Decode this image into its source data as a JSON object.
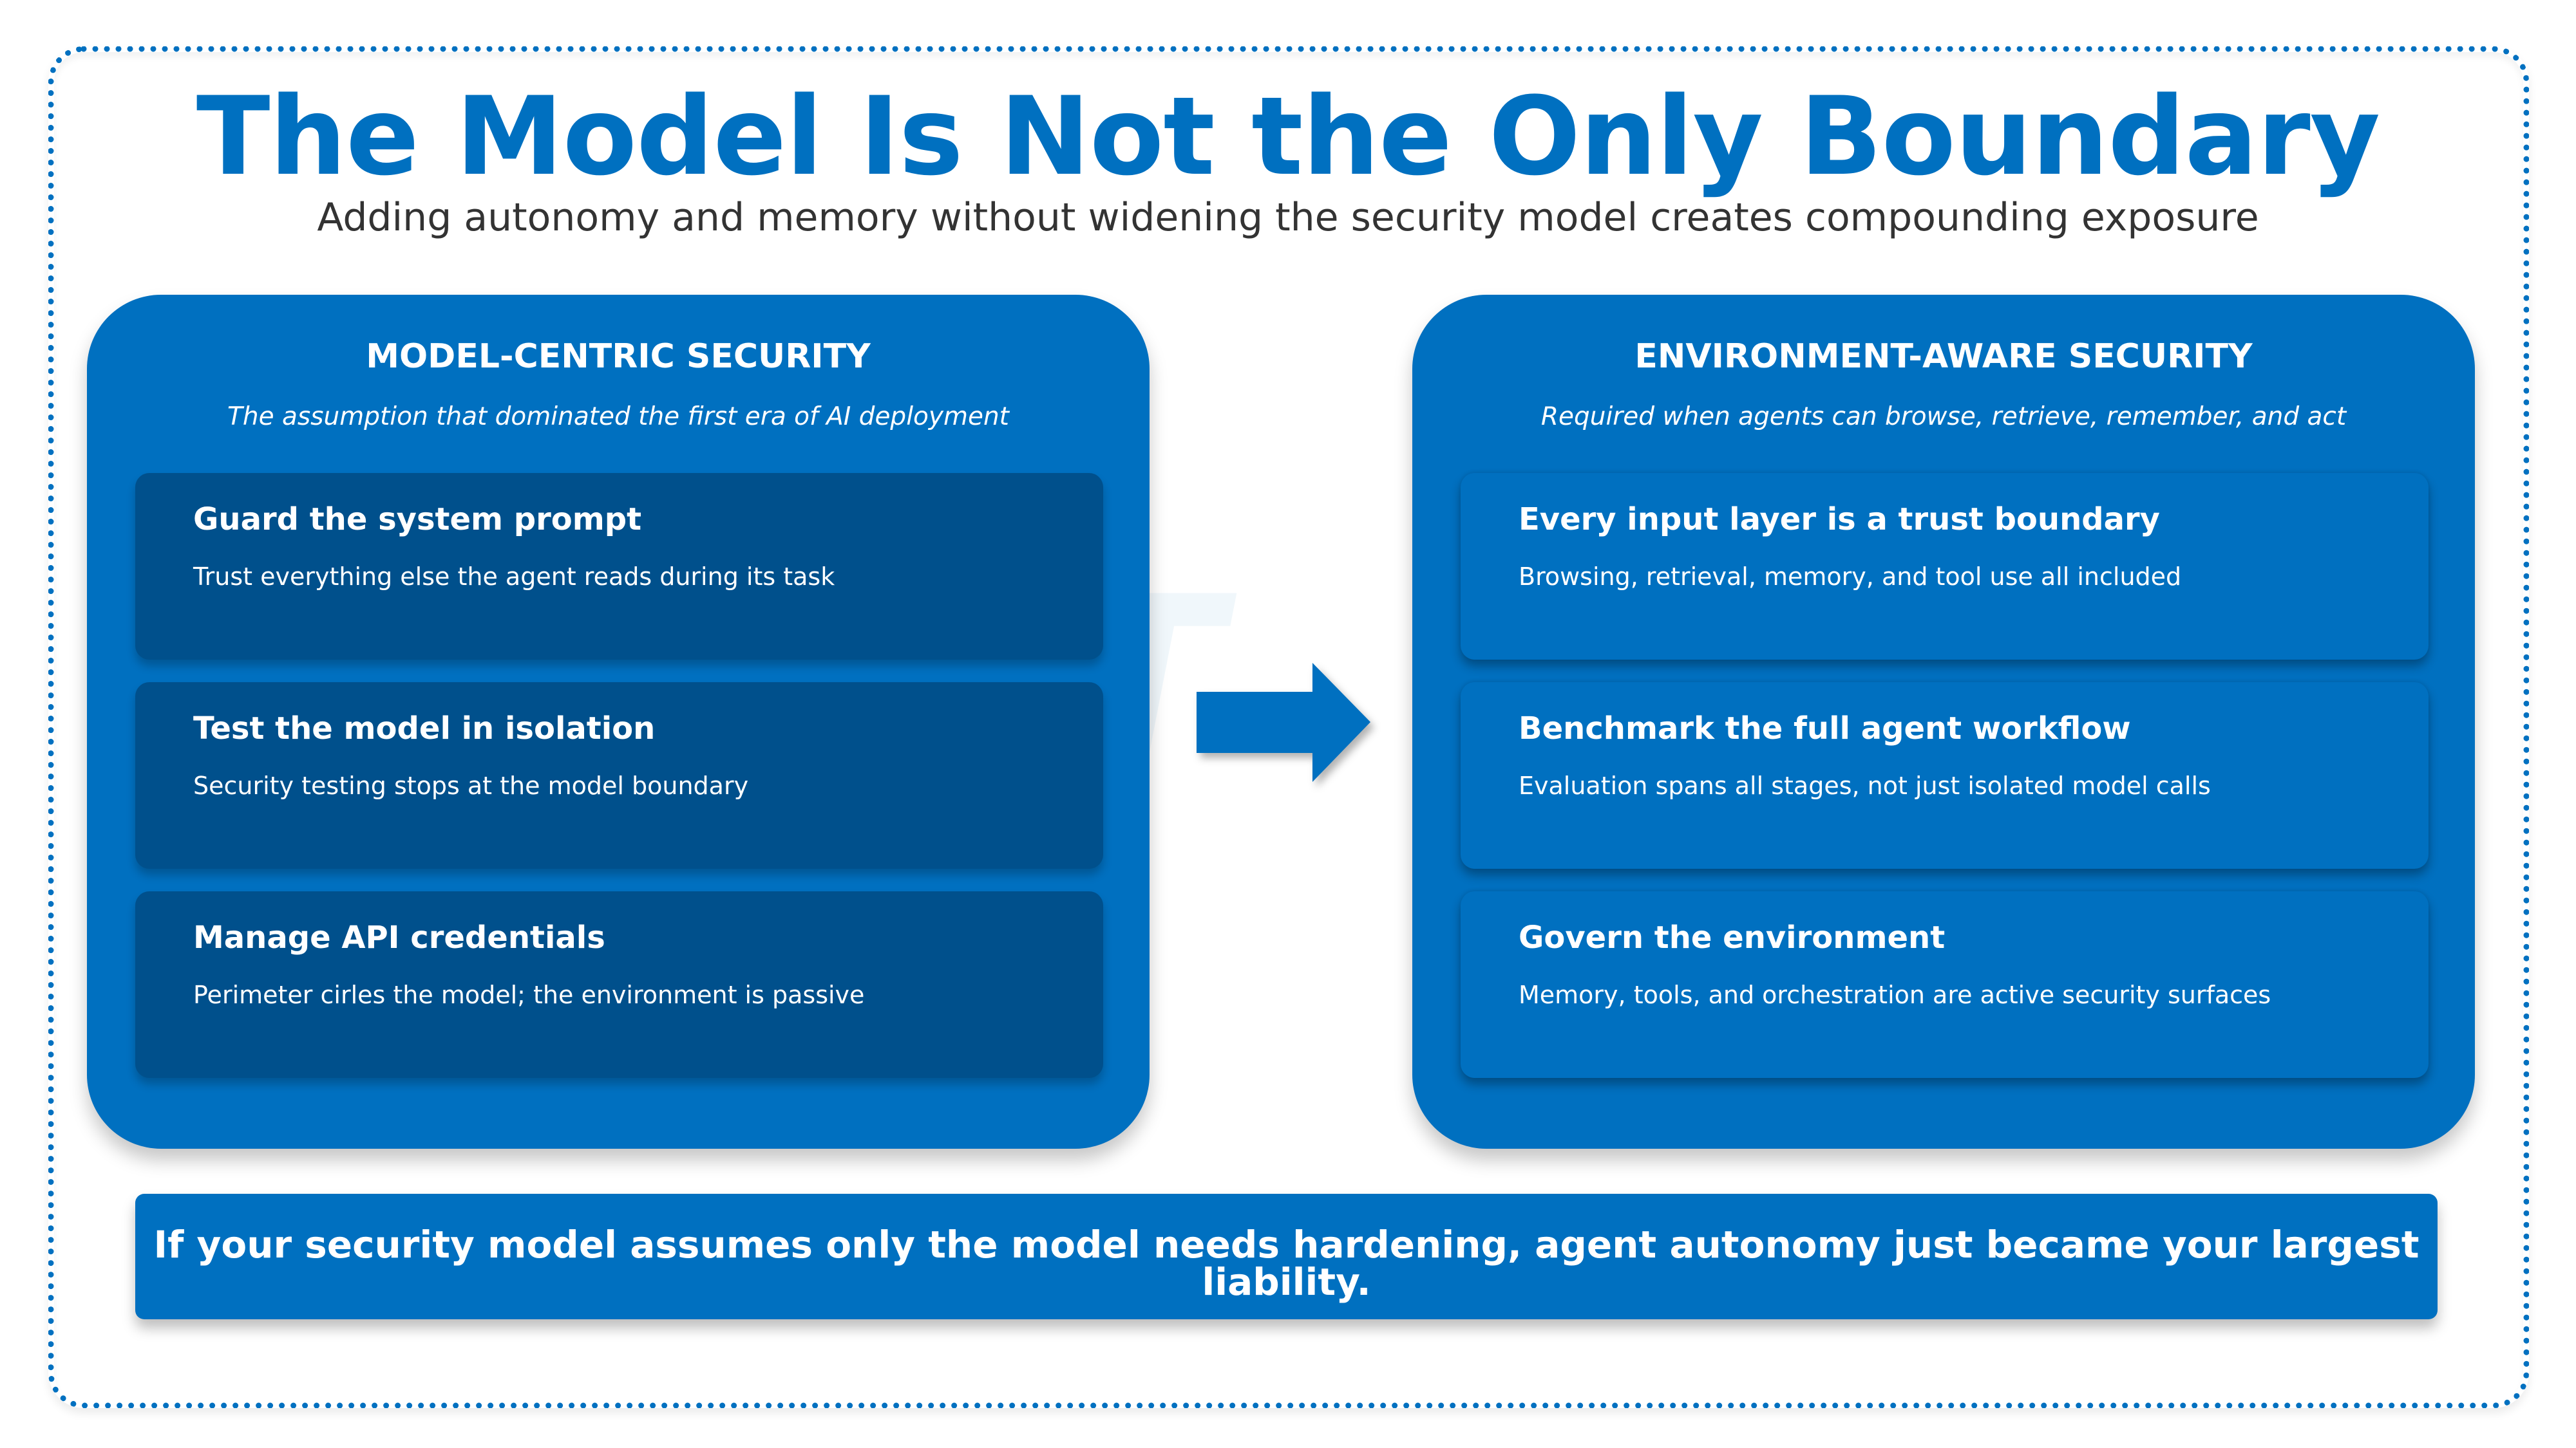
{
  "header": {
    "title": "The Model Is Not the Only Boundary",
    "subtitle": "Adding autonomy and memory without widening the security model creates compounding exposure"
  },
  "watermark": "ZT",
  "colors": {
    "brand_blue": "#0070C0",
    "dark_card": "#00508C",
    "text_dark": "#333333",
    "white": "#FFFFFF"
  },
  "left_panel": {
    "title": "MODEL-CENTRIC SECURITY",
    "subtitle": "The assumption that dominated the first era of AI deployment",
    "cards": [
      {
        "title": "Guard the system prompt",
        "desc": "Trust everything else the agent reads during its task"
      },
      {
        "title": "Test the model in isolation",
        "desc": "Security testing stops at the model boundary"
      },
      {
        "title": "Manage API credentials",
        "desc": "Perimeter cirles the model; the environment is passive"
      }
    ]
  },
  "arrow": {
    "icon": "right-arrow-icon"
  },
  "right_panel": {
    "title": "ENVIRONMENT-AWARE SECURITY",
    "subtitle": "Required when agents can browse, retrieve, remember, and act",
    "cards": [
      {
        "title": "Every input layer is a trust boundary",
        "desc": "Browsing, retrieval, memory, and tool use all included"
      },
      {
        "title": "Benchmark the full agent workflow",
        "desc": "Evaluation spans all stages, not just isolated model calls"
      },
      {
        "title": "Govern the environment",
        "desc": "Memory, tools, and orchestration are active security surfaces"
      }
    ]
  },
  "banner": {
    "text": "If your security model assumes only the model needs hardening, agent autonomy just became your largest liability."
  }
}
